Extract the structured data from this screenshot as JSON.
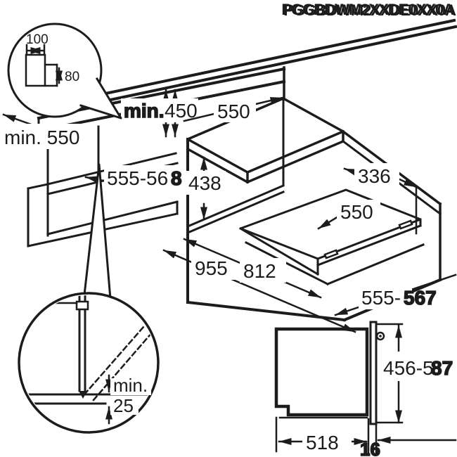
{
  "header": {
    "code": "PGGBDWM2XXDE0XX0A"
  },
  "callout_top": {
    "width": "100",
    "height": "80"
  },
  "iso": {
    "min_clearance_prefix": "min.",
    "min_clearance_value": "450",
    "top_depth": "550",
    "worktop_depth": "min. 550",
    "left_niche_width": "555-56",
    "left_niche_width_overlap": "8",
    "niche_height": "438",
    "open_depth": "336",
    "board_depth": "550",
    "diag_955": "955",
    "diag_812": "812",
    "bottom_width_prefix": "555-",
    "bottom_width_overlap": "567"
  },
  "callout_bottom": {
    "min_label": "min.",
    "gap_value": "25"
  },
  "front_view": {
    "height_prefix": "456-5",
    "height_overlap": "87",
    "width": "518",
    "trim_overlap": "16"
  },
  "colors": {
    "ink": "#1c1c1c",
    "background": "#ffffff"
  }
}
